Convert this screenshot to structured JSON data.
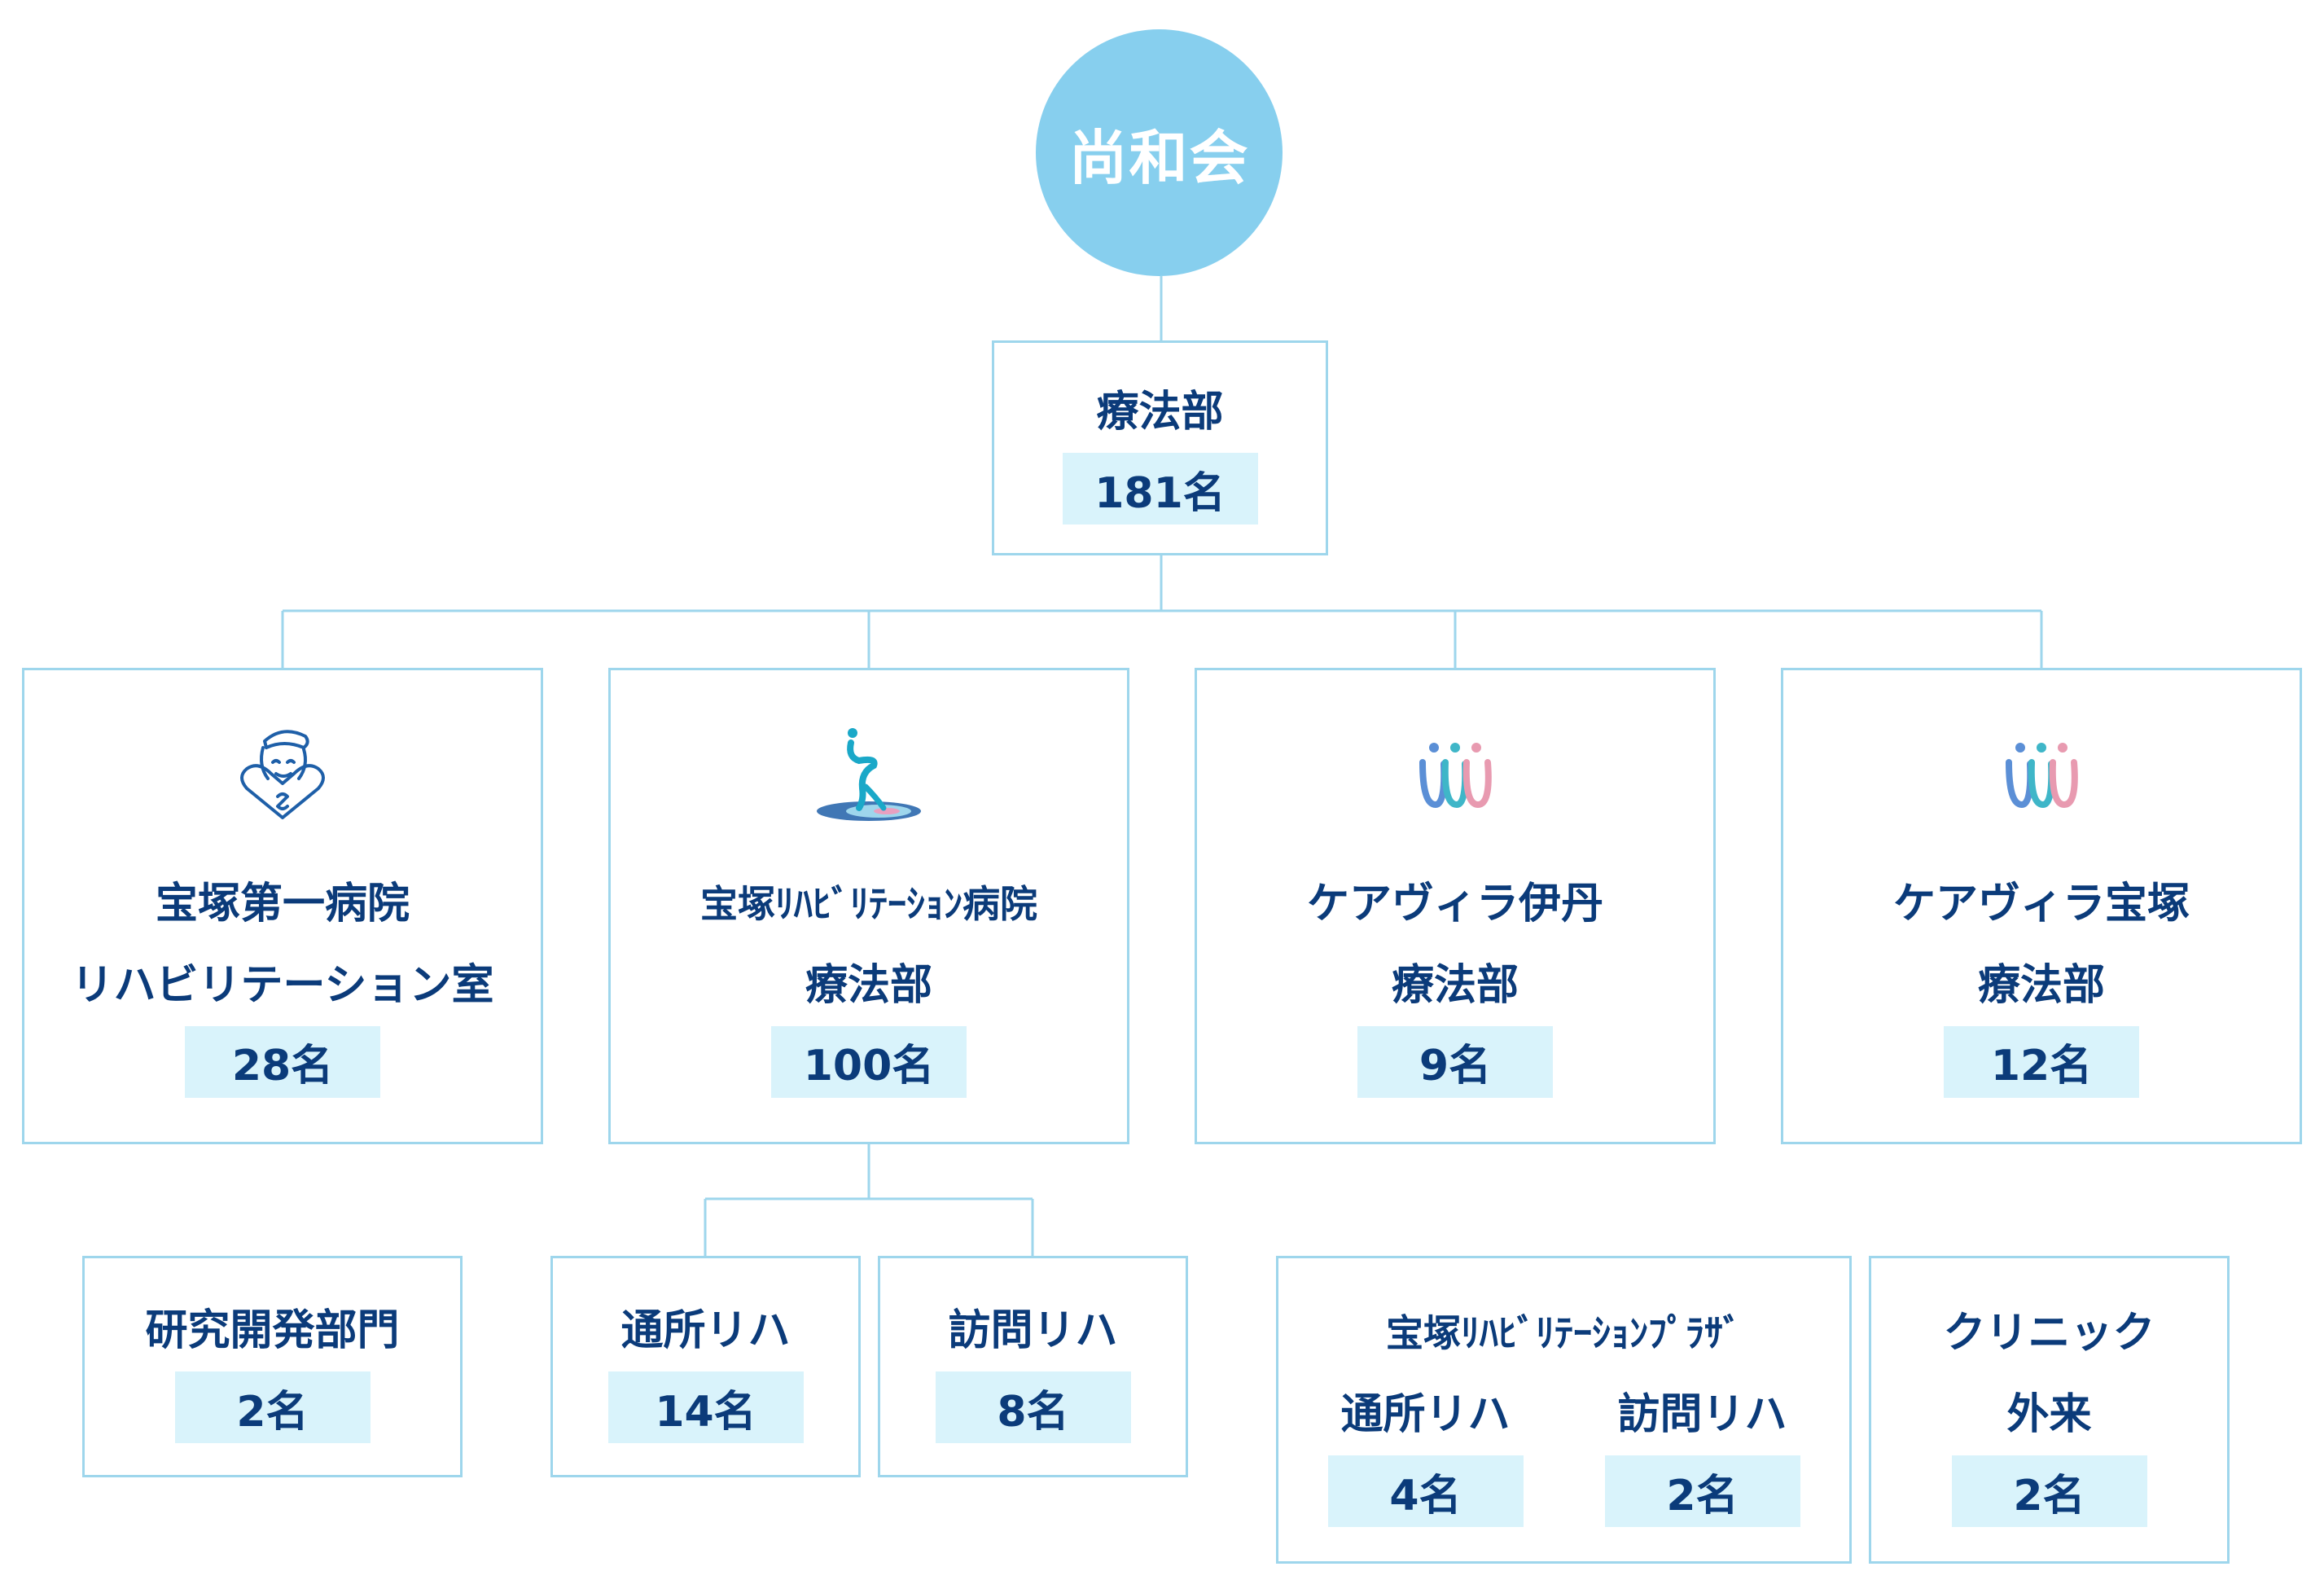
{
  "root": {
    "label": "尚和会"
  },
  "therapy": {
    "label": "療法部",
    "count": "181名"
  },
  "level2": [
    {
      "line1": "宝塚第一病院",
      "line2": "リハビリテーション室",
      "count": "28名",
      "icon": "nurse-heart-logo-icon"
    },
    {
      "line1": "宝塚ﾘﾊﾋﾞﾘﾃｰｼｮﾝ病院",
      "line2": "療法部",
      "count": "100名",
      "icon": "rehab-figure-logo-icon"
    },
    {
      "line1": "ケアヴィラ伊丹",
      "line2": "療法部",
      "count": "9名",
      "icon": "three-people-logo-icon"
    },
    {
      "line1": "ケアヴィラ宝塚",
      "line2": "療法部",
      "count": "12名",
      "icon": "three-people-logo-icon"
    }
  ],
  "research": {
    "label": "研究開発部門",
    "count": "2名"
  },
  "daycare": {
    "label": "通所リハ",
    "count": "14名"
  },
  "visiting": {
    "label": "訪問リハ",
    "count": "8名"
  },
  "plaza": {
    "title": "宝塚ﾘﾊﾋﾞﾘﾃｰｼｮﾝﾌﾟﾗｻﾞ",
    "left": {
      "label": "通所リハ",
      "count": "4名"
    },
    "right": {
      "label": "訪問リハ",
      "count": "2名"
    }
  },
  "clinic": {
    "line1": "クリニック",
    "line2": "外来",
    "count": "2名"
  },
  "colors": {
    "root": "#87cfee",
    "border": "#9ed6ec",
    "text": "#0b3b7a",
    "badge": "#d9f3fb"
  }
}
